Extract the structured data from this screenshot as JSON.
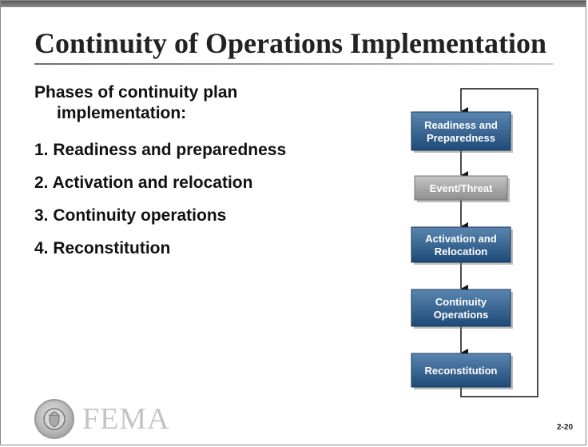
{
  "title": "Continuity of Operations Implementation",
  "intro": {
    "line1": "Phases of continuity plan",
    "line2": "implementation:"
  },
  "phases": [
    "1. Readiness and preparedness",
    "2. Activation and relocation",
    "3. Continuity operations",
    "4. Reconstitution"
  ],
  "diagram": {
    "nodes": [
      {
        "id": "readiness",
        "lines": [
          "Readiness and",
          "Preparedness"
        ],
        "style": "primary"
      },
      {
        "id": "event",
        "lines": [
          "Event/Threat"
        ],
        "style": "secondary"
      },
      {
        "id": "activation",
        "lines": [
          "Activation and",
          "Relocation"
        ],
        "style": "primary"
      },
      {
        "id": "continuity",
        "lines": [
          "Continuity",
          "Operations"
        ],
        "style": "primary"
      },
      {
        "id": "reconstitution",
        "lines": [
          "Reconstitution"
        ],
        "style": "primary"
      }
    ],
    "colors": {
      "primary_top": "#5a86b0",
      "primary_bottom": "#1d4a78",
      "secondary_top": "#c4c4c4",
      "secondary_bottom": "#8e8e8e",
      "arrow": "#111111"
    }
  },
  "footer": {
    "logo_text": "FEMA",
    "seal_icon": "dhs-seal-icon",
    "slide_number": "2-20"
  }
}
